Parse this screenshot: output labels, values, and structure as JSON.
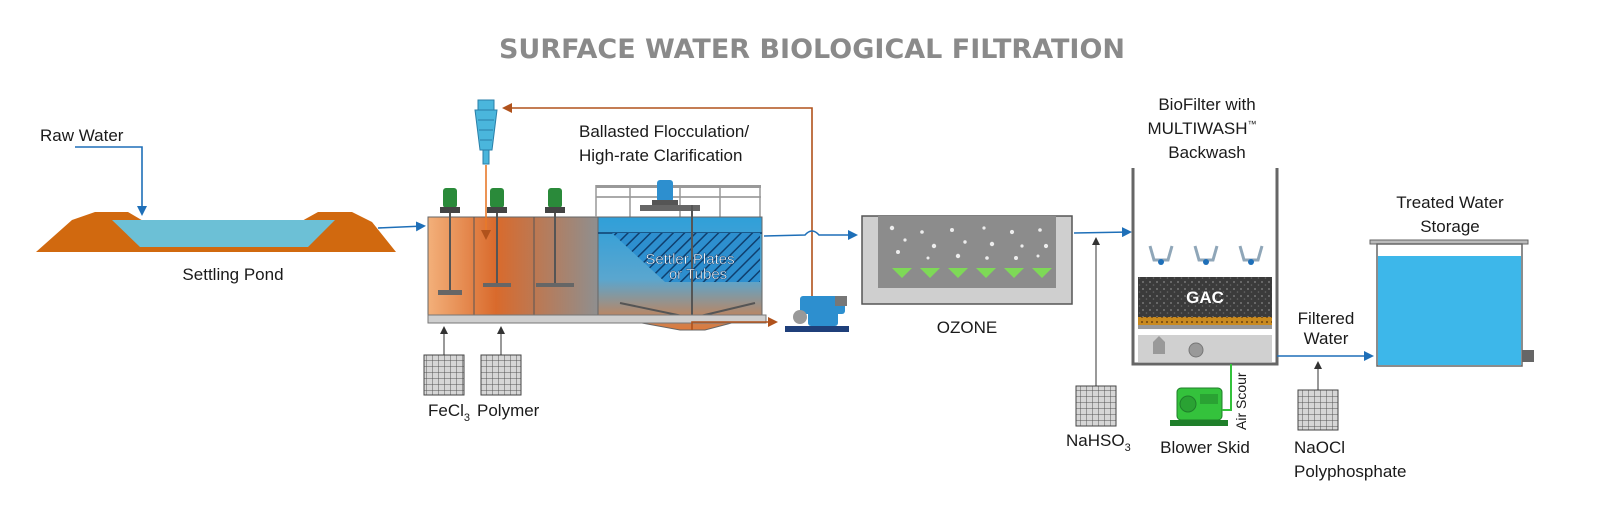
{
  "title": "SURFACE WATER BIOLOGICAL FILTRATION",
  "colors": {
    "title": "#8a8a8a",
    "pipe_blue": "#1e6fb8",
    "pipe_orange": "#b0521c",
    "pond_brown": "#d1690f",
    "pond_water": "#6cc0d6",
    "tank_water": "#39a8dc",
    "storage_water": "#3db7ea",
    "motor_green": "#2a8a3a",
    "blower_green": "#34c23c",
    "gac": "#3b3b3b",
    "gac_bed": "#c98a1e",
    "ozone_tank": "#8c8c8c",
    "ozone_cone": "#7ed957"
  },
  "labels": {
    "raw_water": "Raw Water",
    "settling_pond": "Settling Pond",
    "clarification_line1": "Ballasted Flocculation/",
    "clarification_line2": "High-rate Clarification",
    "settler_line1": "Settler Plates",
    "settler_line2": "or Tubes",
    "fecl3": "FeCl",
    "fecl3_sub": "3",
    "polymer": "Polymer",
    "ozone": "OZONE",
    "nahso3": "NaHSO",
    "nahso3_sub": "3",
    "biofilter_line1": "BioFilter with",
    "biofilter_line2": "MULTIWASH",
    "biofilter_tm": "™",
    "biofilter_line3": "Backwash",
    "gac": "GAC",
    "air_scour": "Air Scour",
    "blower_skid": "Blower Skid",
    "filtered_line1": "Filtered",
    "filtered_line2": "Water",
    "naocl": "NaOCl",
    "polyphosphate": "Polyphosphate",
    "storage_line1": "Treated Water",
    "storage_line2": "Storage"
  }
}
